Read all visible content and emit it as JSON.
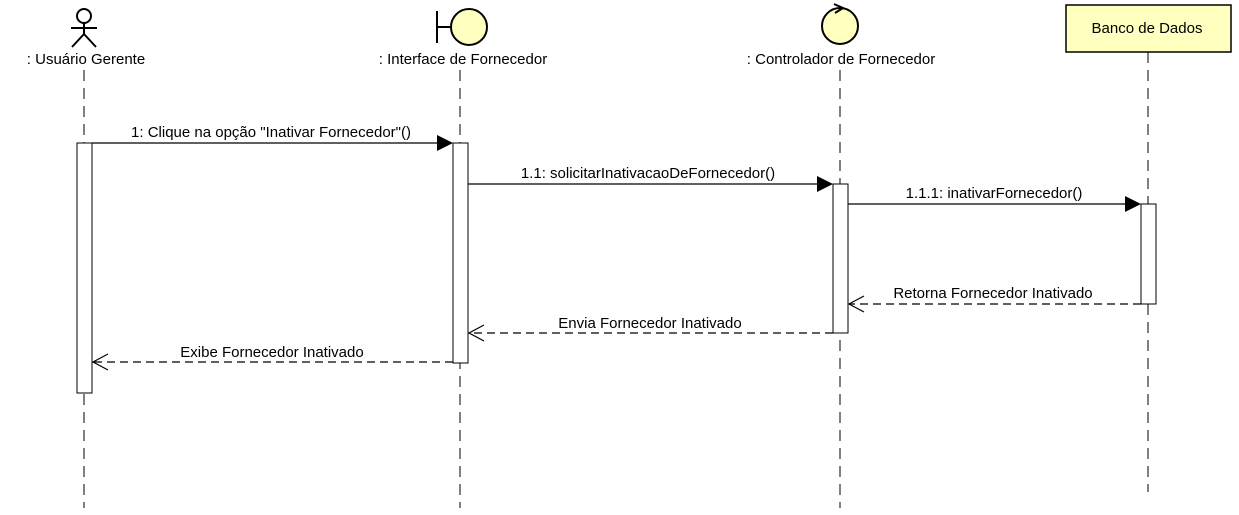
{
  "participants": {
    "user": {
      "label": ": Usuário Gerente",
      "icon": "actor-icon"
    },
    "ui": {
      "label": ": Interface de Fornecedor",
      "icon": "boundary-icon"
    },
    "ctrl": {
      "label": ": Controlador de Fornecedor",
      "icon": "control-icon"
    },
    "db": {
      "label": "Banco de Dados"
    }
  },
  "messages": {
    "m1": "1: Clique na opção \"Inativar Fornecedor\"()",
    "m11": "1.1: solicitarInativacaoDeFornecedor()",
    "m111": "1.1.1: inativarFornecedor()",
    "r111": "Retorna Fornecedor Inativado",
    "r11": "Envia Fornecedor Inativado",
    "r1": "Exibe Fornecedor Inativado"
  },
  "colors": {
    "icon_fill": "#FFFFC0",
    "db_fill": "#FFFFC0",
    "stroke": "#000000"
  }
}
